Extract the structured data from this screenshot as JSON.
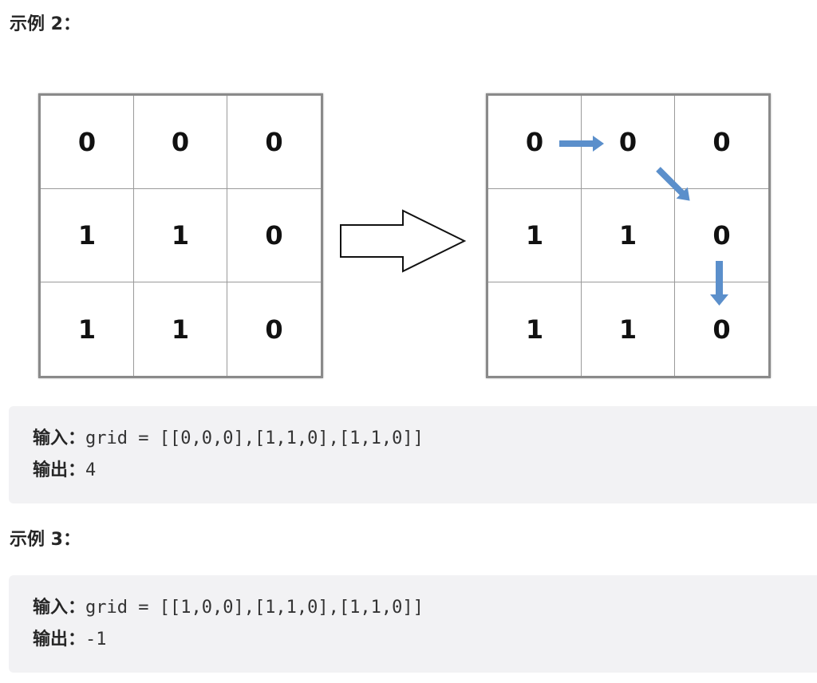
{
  "example2": {
    "heading": "示例 2：",
    "input_grid": [
      [
        "0",
        "0",
        "0"
      ],
      [
        "1",
        "1",
        "0"
      ],
      [
        "1",
        "1",
        "0"
      ]
    ],
    "output_grid": [
      [
        "0",
        "0",
        "0"
      ],
      [
        "1",
        "1",
        "0"
      ],
      [
        "1",
        "1",
        "0"
      ]
    ],
    "path_arrow_color": "#5b8fcb",
    "code": {
      "input_label": "输入：",
      "input_value": "grid = [[0,0,0],[1,1,0],[1,1,0]]",
      "output_label": "输出：",
      "output_value": "4"
    }
  },
  "example3": {
    "heading": "示例 3：",
    "code": {
      "input_label": "输入：",
      "input_value": "grid = [[1,0,0],[1,1,0],[1,1,0]]",
      "output_label": "输出：",
      "output_value": "-1"
    }
  }
}
